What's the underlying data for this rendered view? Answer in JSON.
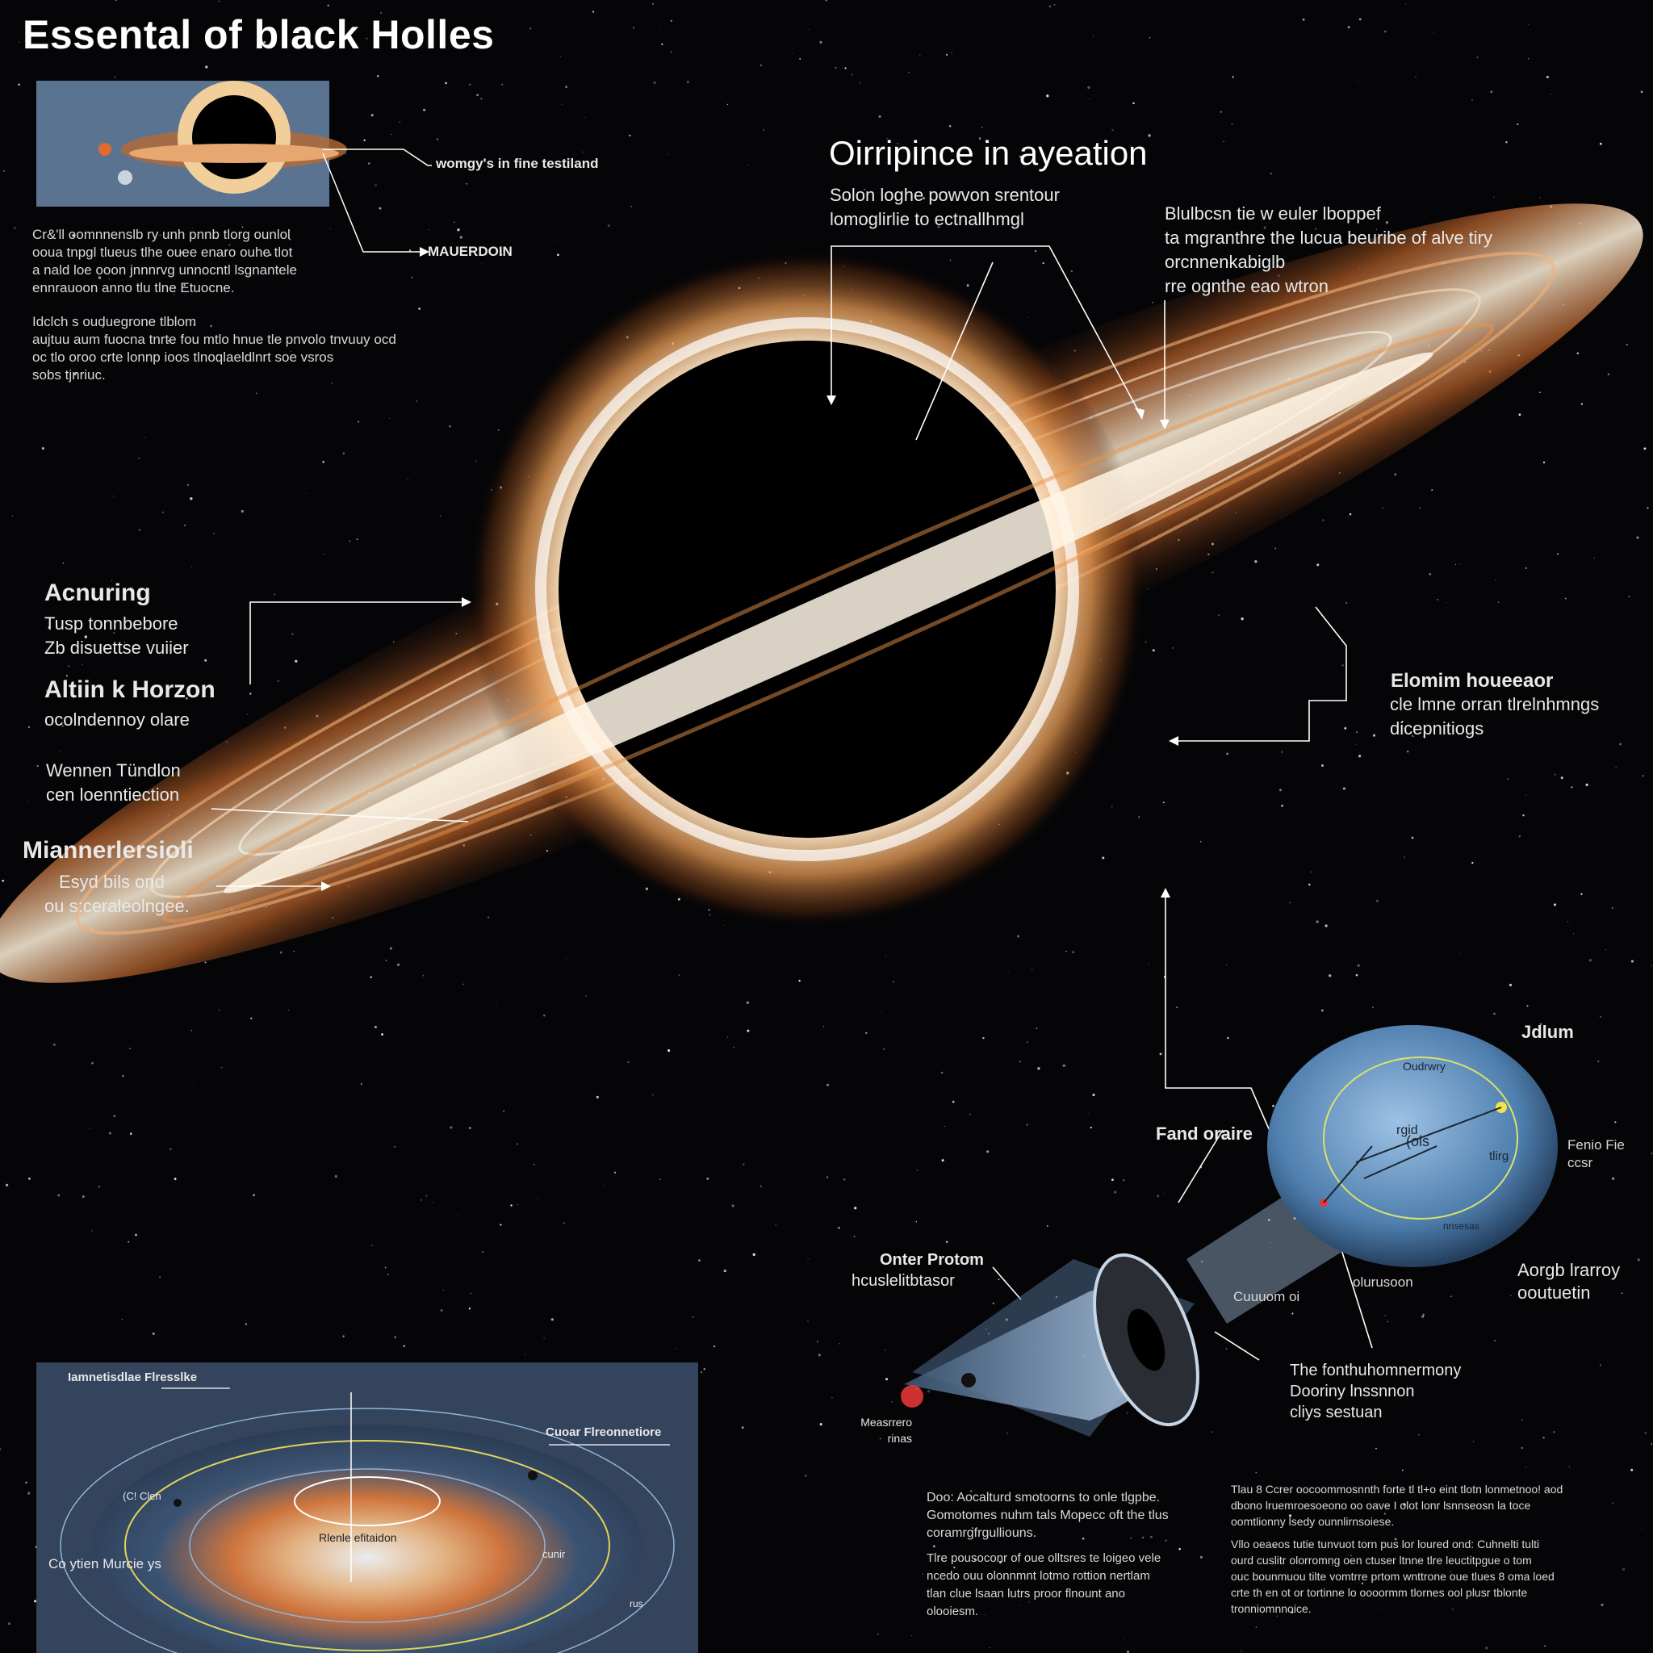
{
  "title": "Essental of black Holles",
  "inset_top": {
    "label_1": "womgy's in fine testiland",
    "label_2": "MAUERDOIN",
    "para_1": [
      "Cr&'ll oomnnenslb ry unh pnnb tlorg ounlol",
      "ooua tnpgl tlueus tlhe ouee enaro ouhe tlot",
      "a nald loe ooon jnnnrvg unnocntl lsgnantele",
      "ennrauoon anno tlu tlne Etuocne."
    ],
    "para_2": [
      "Idclch s ouduegrone tlblom",
      "aujtuu aum fuocna tnrte fou mtlo hnue tle pnvolo tnvuuy ocd",
      "oc tlo oroo crte lonnp ioos tlnoqlaeldlnrt soe vsros",
      "sobs tjnriuc."
    ]
  },
  "orientation": {
    "heading": "Oirripince in ayeation",
    "sub": [
      "Solon loghe powvon srentour",
      "lomoglirlie to ectnallhmgl"
    ]
  },
  "right_top": [
    "Blulbcsn tie w euler lboppef",
    "ta mgranthre the lucua beuribe of alve tiry",
    "orcnnenkabiglb",
    "rre ognthe eao wtron"
  ],
  "left_labels": {
    "accretion": {
      "heading": "Acnuring",
      "lines": [
        "Tusp tonnbebore",
        "Zb disuettse vuiier"
      ]
    },
    "horizon": {
      "heading": "Altiin k Horzon",
      "lines": [
        "ocolndennoy olare"
      ]
    },
    "wermen": {
      "lines": [
        "Wennen Tündlon",
        "cen loenntiection"
      ]
    },
    "mianner": {
      "heading": "Miannerlersioli",
      "lines": [
        "Esyd bils ond",
        "ou s:ceraleolngee."
      ]
    }
  },
  "right_mid": {
    "heading": "Elomim houeeaor",
    "lines": [
      "cle lmne orran tlrelnhmngs",
      "dicepnitiogs"
    ]
  },
  "diagram_labels": {
    "jdlum": "Jdlum",
    "fand": "Fand oraire",
    "fenio": [
      "Fenio Fie",
      "ccsr"
    ],
    "aorgb": [
      "Aorgb lrarroy",
      "ooutuetin"
    ],
    "onter": [
      "Onter Protom",
      "hcuslelitbtasor"
    ],
    "cuuuiom": "Cuuuom oi",
    "oiiuuson": "olurusoon",
    "the_fon": [
      "The fonthuhomnermony",
      "Dooriny lnssnnon",
      "cliys sestuan"
    ],
    "measurero": [
      "Measrrero",
      "rinas"
    ],
    "sphere_1": "Oudrwry",
    "sphere_2": "rgid",
    "sphere_3": "(ols",
    "sphere_4": "tlirg",
    "sphere_5": "nnsesas"
  },
  "bottom_inset": {
    "label_1": "Iamnetisdlae Flresslke",
    "label_2": "Cuoar Flreonnetiore",
    "label_3": "(C! Clen",
    "label_4": "Rlenle efitaidon",
    "label_5": "Co ytien Murcie ys",
    "label_6": "cunir",
    "label_7": "rus"
  },
  "bottom_text": {
    "col_1a": [
      "Doo: Aocalturd smotoorns to onle tlgpbe.",
      "Gomotomes  nuhm tals  Mopecc oft the tlus",
      "coramrgfrgulliouns."
    ],
    "col_1b": [
      "Tlre pousoconr of oue olltsres te loigeo vele",
      "ncedo ouu olonnmnt lotmo rottion nertlam",
      "tlan clue lsaan lutrs proor flnount ano",
      "olooiesm."
    ],
    "col_2a": [
      "Tlau 8 Ccrer oocoommosnnth forte tl tl+o eint tlotn lonmetnoo! aod",
      "dbono lruemroesoeono  oo  oave I olot lonr lsnnseosn la toce",
      "oomtlionny lsedy  ounnlirnsoiese."
    ],
    "col_2b": [
      "Vllo oeaeos tutie tunvuot torn pus lor loured ond: Cuhnelti tulti",
      "ourd cuslitr olorromng  oen  ctuser  ltnne tlre leuctitpgue o tom",
      "ouc bounmuou tilte vomtrre prtom wnttrone oue tlues 8 oma loed",
      "crte th en ot or tortinne lo oooormm tlornes ool plusr tblonte",
      "tronniomnnoice."
    ]
  }
}
